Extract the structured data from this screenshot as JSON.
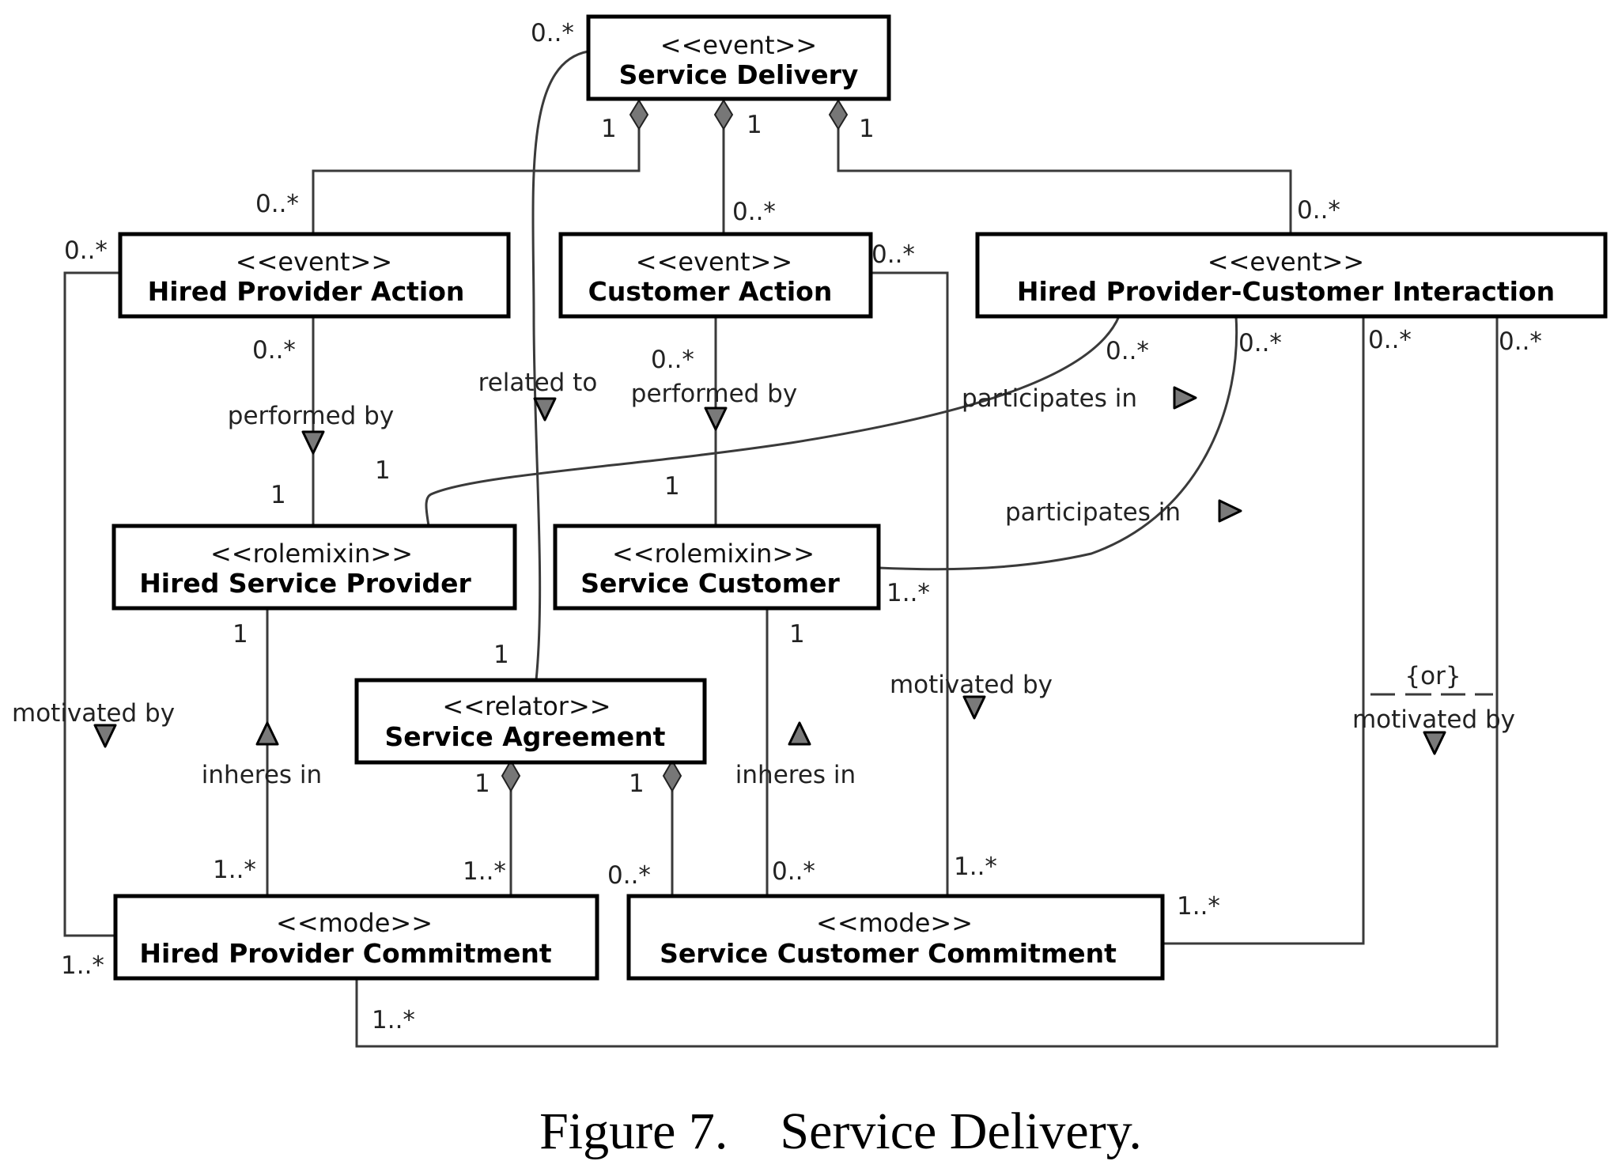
{
  "classes": {
    "service_delivery": {
      "stereotype": "<<event>>",
      "name": "Service Delivery"
    },
    "hired_provider_action": {
      "stereotype": "<<event>>",
      "name": "Hired Provider Action"
    },
    "customer_action": {
      "stereotype": "<<event>>",
      "name": "Customer Action"
    },
    "interaction": {
      "stereotype": "<<event>>",
      "name": "Hired Provider-Customer Interaction"
    },
    "hired_service_provider": {
      "stereotype": "<<rolemixin>>",
      "name": "Hired Service Provider"
    },
    "service_customer": {
      "stereotype": "<<rolemixin>>",
      "name": "Service Customer"
    },
    "service_agreement": {
      "stereotype": "<<relator>>",
      "name": "Service Agreement"
    },
    "hired_provider_commitment": {
      "stereotype": "<<mode>>",
      "name": "Hired Provider Commitment"
    },
    "service_customer_commitment": {
      "stereotype": "<<mode>>",
      "name": "Service Customer Commitment"
    }
  },
  "relations": {
    "related_to": "related to",
    "performed_by": "performed by",
    "participates_in": "participates in",
    "motivated_by": "motivated by",
    "inheres_in": "inheres in",
    "or_constraint": "{or}"
  },
  "multiplicities": {
    "zero_many": "0..*",
    "one": "1",
    "one_many": "1..*"
  },
  "caption": "Figure 7.    Service Delivery."
}
